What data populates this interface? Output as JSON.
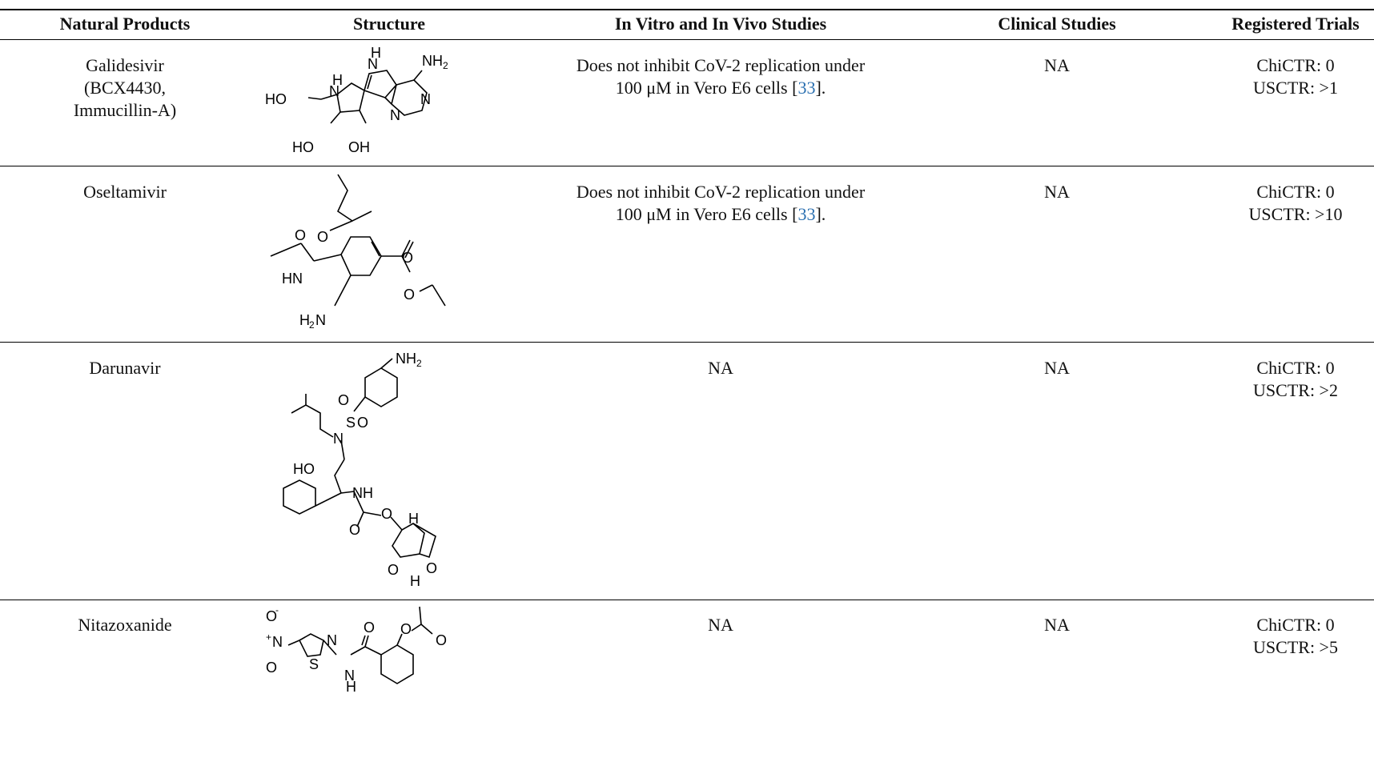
{
  "table": {
    "headers": [
      "Natural Products",
      "Structure",
      "In Vitro and In Vivo Studies",
      "Clinical Studies",
      "Registered Trials"
    ],
    "rows": [
      {
        "name_lines": [
          "Galidesivir",
          "(BCX4430,",
          "Immucillin-A)"
        ],
        "structure_icon": "galidesivir-structure",
        "studies_lines": [
          "Does not inhibit CoV-2 replication under",
          "100 μM in Vero E6 cells ["
        ],
        "studies_ref": "33",
        "studies_tail": "].",
        "clinical": "NA",
        "trials": [
          "ChiCTR: 0",
          "USCTR: >1"
        ]
      },
      {
        "name_lines": [
          "Oseltamivir"
        ],
        "structure_icon": "oseltamivir-structure",
        "studies_lines": [
          "Does not inhibit CoV-2 replication under",
          "100 μM in Vero E6 cells ["
        ],
        "studies_ref": "33",
        "studies_tail": "].",
        "clinical": "NA",
        "trials": [
          "ChiCTR: 0",
          "USCTR: >10"
        ]
      },
      {
        "name_lines": [
          "Darunavir"
        ],
        "structure_icon": "darunavir-structure",
        "studies": "NA",
        "clinical": "NA",
        "trials": [
          "ChiCTR: 0",
          "USCTR: >2"
        ]
      },
      {
        "name_lines": [
          "Nitazoxanide"
        ],
        "structure_icon": "nitazoxanide-structure",
        "studies": "NA",
        "clinical": "NA",
        "trials": [
          "ChiCTR: 0",
          "USCTR: >5"
        ]
      }
    ]
  },
  "structures": {
    "galidesivir": {
      "labels": [
        "H",
        "N",
        "NH",
        "2",
        "N",
        "N",
        "H",
        "N",
        "HO",
        "HO",
        "OH"
      ]
    },
    "oseltamivir": {
      "labels": [
        "O",
        "O",
        "O",
        "HN",
        "O",
        "H",
        "2",
        "N"
      ]
    },
    "darunavir": {
      "labels": [
        "NH",
        "2",
        "O",
        "S",
        "O",
        "N",
        "HO",
        "NH",
        "O",
        "O",
        "H",
        "O",
        "O",
        "H"
      ]
    },
    "nitazoxanide": {
      "labels": [
        "O",
        "-",
        "+",
        "N",
        "O",
        "N",
        "S",
        "O",
        "N",
        "H",
        "O",
        "O"
      ]
    }
  }
}
